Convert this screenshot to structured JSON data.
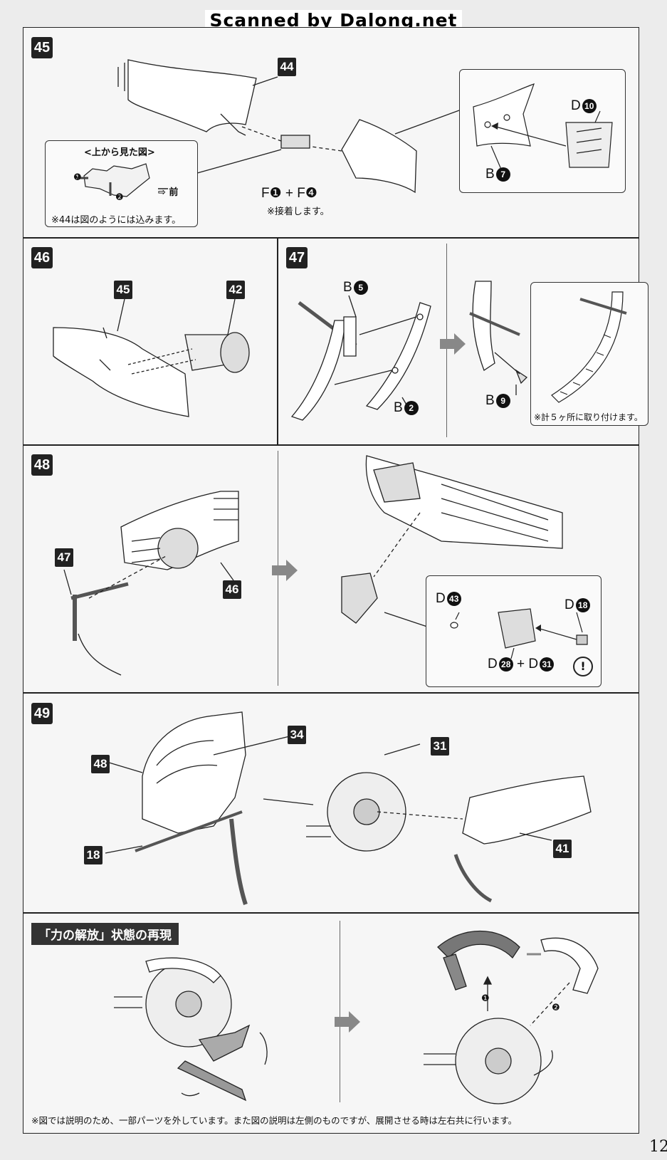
{
  "header": {
    "title": "Scanned by Dalong.net"
  },
  "steps": {
    "s45": {
      "num": "45",
      "ref44": "44",
      "inset_title": "<上から見た図>",
      "inset_front": "前",
      "inset_n1": "❶",
      "inset_n2": "❷",
      "inset_note": "※44は図のようには込みます。",
      "parts": "F❶ + F❹",
      "glue": "※接着します。",
      "d10": "D",
      "d10n": "10",
      "b7": "B",
      "b7n": "7"
    },
    "s46": {
      "num": "46",
      "ref45": "45",
      "ref42": "42"
    },
    "s47": {
      "num": "47",
      "b5": "B",
      "b5n": "5",
      "b2": "B",
      "b2n": "2",
      "b9": "B",
      "b9n": "9",
      "note": "※計５ヶ所に取り付けます。"
    },
    "s48": {
      "num": "48",
      "ref47": "47",
      "ref46": "46",
      "d43": "D",
      "d43n": "43",
      "d18": "D",
      "d18n": "18",
      "d28": "D",
      "d28n": "28",
      "plus": "+",
      "d31": "D",
      "d31n": "31",
      "warn": "!"
    },
    "s49": {
      "num": "49",
      "ref48": "48",
      "ref34": "34",
      "ref31": "31",
      "ref18": "18",
      "ref41": "41"
    },
    "release": {
      "title": "「力の解放」状態の再現",
      "n1": "❶",
      "n2": "❷",
      "note": "※図では説明のため、一部パーツを外しています。また図の説明は左側のものですが、展開させる時は左右共に行います。"
    }
  },
  "page_number": "12"
}
